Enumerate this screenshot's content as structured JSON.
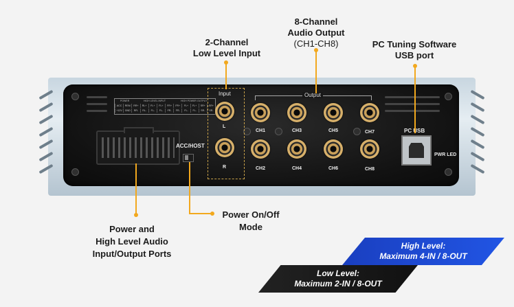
{
  "callouts": {
    "two_channel": {
      "line1": "2-Channel",
      "line2": "Low Level Input"
    },
    "eight_channel": {
      "line1": "8-Channel",
      "line2": "Audio Output",
      "line3": "(CH1-CH8)"
    },
    "pc_tuning": {
      "line1": "PC Tuning Software",
      "line2": "USB port"
    },
    "power_ports": {
      "line1": "Power and",
      "line2": "High Level Audio",
      "line3": "Input/Output Ports"
    },
    "power_mode": {
      "line1": "Power On/Off",
      "line2": "Mode"
    }
  },
  "panel": {
    "acc_host": "ACC/HOST",
    "input_label": "Input",
    "output_label": "Output",
    "left": "L",
    "right": "R",
    "channels": [
      "CH1",
      "CH2",
      "CH3",
      "CH4",
      "CH5",
      "CH6",
      "CH7",
      "CH8"
    ],
    "pc_usb": "PC USB",
    "pwr_led": "PWR LED",
    "pin_table": {
      "headers": [
        "POWER",
        "HIGH LEVEL INPUT",
        "HIGH POWER OUTPUT"
      ],
      "row1": [
        "ACC",
        "REM",
        "RR+",
        "RL+",
        "FL+",
        "FL+",
        "FR+",
        "FR+",
        "FL+",
        "FL+",
        "SR+",
        "SR+"
      ],
      "row2": [
        "+12V",
        "GND",
        "RR-",
        "RL-",
        "FL-",
        "FL-",
        "FR-",
        "FR-",
        "FL-",
        "FL-",
        "SR-",
        "SR-"
      ]
    }
  },
  "banners": {
    "high": {
      "line1": "High Level:",
      "line2": "Maximum 4-IN / 8-OUT"
    },
    "low": {
      "line1": "Low Level:",
      "line2": "Maximum 2-IN / 8-OUT"
    }
  },
  "colors": {
    "accent": "#f2a81d",
    "high_banner": "#2155e4",
    "low_banner": "#111111"
  }
}
